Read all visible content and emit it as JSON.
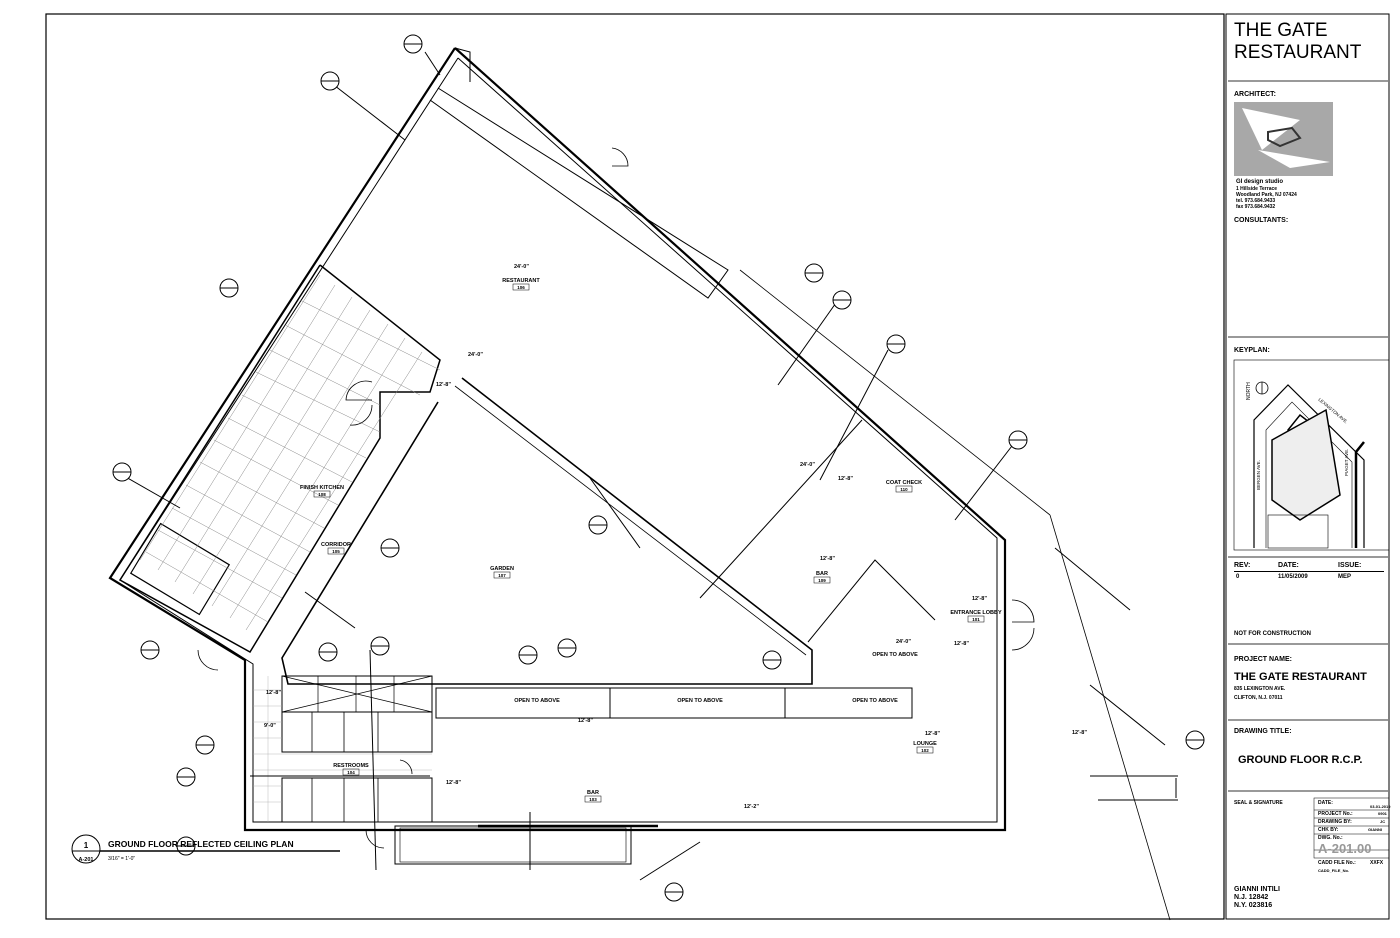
{
  "plan": {
    "rooms": [
      {
        "name": "RESTAURANT",
        "number": "106"
      },
      {
        "name": "FINISH KITCHEN",
        "number": "108"
      },
      {
        "name": "CORRIDOR",
        "number": "105"
      },
      {
        "name": "GARDEN",
        "number": "107"
      },
      {
        "name": "COAT CHECK",
        "number": "110"
      },
      {
        "name": "BAR",
        "number": "109"
      },
      {
        "name": "ENTRANCE LOBBY",
        "number": "101"
      },
      {
        "name": "RESTROOMS",
        "number": "104"
      },
      {
        "name": "BAR",
        "number": "103"
      },
      {
        "name": "LOUNGE",
        "number": "102"
      }
    ],
    "notes": [
      "OPEN TO ABOVE",
      "OPEN TO ABOVE",
      "OPEN TO ABOVE",
      "OPEN TO ABOVE"
    ],
    "heights": [
      "24'-0\"",
      "12'-8\"",
      "24'-0\"",
      "12'-8\"",
      "12'-8\"",
      "12'-8\"",
      "24'-0\"",
      "12'-8\"",
      "24'-0\"",
      "12'-8\"",
      "9'-0\"",
      "12'-8\"",
      "12'-8\"",
      "12'-8\"",
      "12'-8\"",
      "12'-2\""
    ],
    "detail_title": "GROUND FLOOR REFLECTED CEILING PLAN",
    "detail_number": "1",
    "detail_sheet": "A-201",
    "detail_scale": "3/16\" = 1'-0\""
  },
  "title_block": {
    "project_title_line1": "THE GATE",
    "project_title_line2": "RESTAURANT",
    "architect_label": "ARCHITECT:",
    "firm_name": "GI design studio",
    "firm_address_lines": [
      "1 Hillside Terrace",
      "Woodland Park, NJ 07424",
      "tel. 973.684.9433",
      "fax 973.684.9432"
    ],
    "consultants_label": "CONSULTANTS:",
    "keyplan_label": "KEYPLAN:",
    "keyplan_north": "NORTH",
    "keyplan_streets": [
      "LEXINGTON AVE.",
      "BERGEN AVE.",
      "PIAGET AVE."
    ],
    "rev_headers": [
      "REV:",
      "DATE:",
      "ISSUE:"
    ],
    "rev_row": [
      "0",
      "11/05/2009",
      "MEP"
    ],
    "not_for_construction": "NOT FOR CONSTRUCTION",
    "project_name_label": "PROJECT NAME:",
    "project_name": "THE GATE RESTAURANT",
    "address_line1": "835 LEXINGTON AVE.",
    "address_line2": "CLIFTON, N.J. 07011",
    "drawing_title_label": "DRAWING TITLE:",
    "drawing_title": "GROUND FLOOR R.C.P.",
    "seal_label": "SEAL & SIGNATURE",
    "info_rows": [
      {
        "label": "DATE:",
        "value": "03-01-2010"
      },
      {
        "label": "PROJECT No.:",
        "value": "0901"
      },
      {
        "label": "DRAWING BY:",
        "value": "JC"
      },
      {
        "label": "CHK BY:",
        "value": "GIANNI"
      },
      {
        "label": "DWG. No.:",
        "value": ""
      }
    ],
    "sheet_number": "A-201.00",
    "cadd_label": "CADD FILE No.:",
    "cadd_value": "XXFX",
    "cadd_sub": "CADD_FILE_No.",
    "signer_name": "GIANNI INTILI",
    "license_nj": "N.J. 12842",
    "license_ny": "N.Y. 023816"
  },
  "colors": {
    "logo_gray": "#a8a8a8",
    "rule_gray": "#999999",
    "ink": "#000000"
  }
}
